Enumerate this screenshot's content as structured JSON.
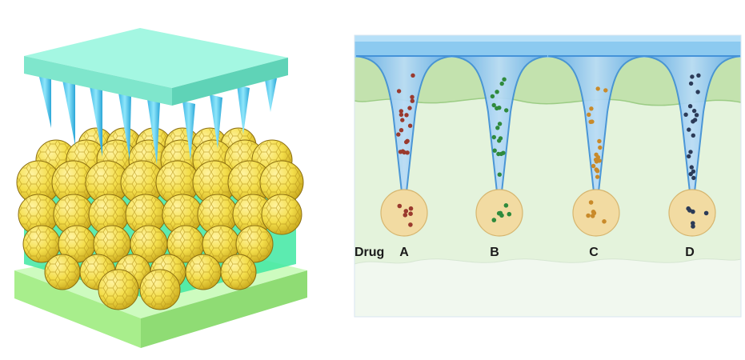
{
  "left_panel": {
    "components": [
      "microneedle-array",
      "needles",
      "drug-loaded-particles",
      "substrate-base"
    ]
  },
  "right_panel": {
    "drug_label": "Drug",
    "needles": [
      {
        "label": "A",
        "dot_color": "#9a3a2e"
      },
      {
        "label": "B",
        "dot_color": "#2f8a3c"
      },
      {
        "label": "C",
        "dot_color": "#c98a2a"
      },
      {
        "label": "D",
        "dot_color": "#2c3b58"
      }
    ]
  },
  "colors": {
    "patch_top": "#8ff0d6",
    "needle": "#5fd2ee",
    "particle": "#f3dd4a",
    "base": "#a8ee8c",
    "skin_surface": "#7fc4ef",
    "epidermis": "#c8e4b4",
    "dermis": "#dff0d4",
    "payload": "#f2dba2"
  }
}
